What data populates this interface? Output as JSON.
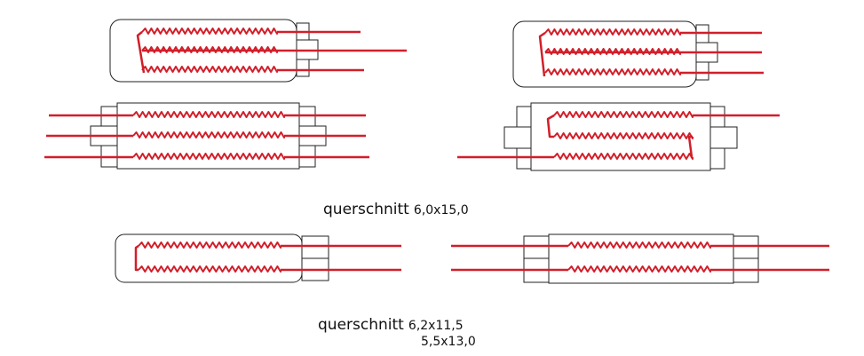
{
  "colors": {
    "wire": "#d11f2a",
    "outline": "#222222",
    "background": "#ffffff"
  },
  "captions": {
    "group1": {
      "label": "querschnitt",
      "values": [
        "6,0x15,0"
      ]
    },
    "group2": {
      "label": "querschnitt",
      "values": [
        "6,2x11,5",
        "5,5x13,0"
      ]
    }
  },
  "elements": [
    {
      "id": "element-1",
      "shape": "rounded",
      "coils": 3,
      "wiring": "one-end"
    },
    {
      "id": "element-2",
      "shape": "rounded",
      "coils": 3,
      "wiring": "one-end"
    },
    {
      "id": "element-3",
      "shape": "square",
      "coils": 3,
      "wiring": "both-ends"
    },
    {
      "id": "element-4",
      "shape": "square",
      "coils": 3,
      "wiring": "both-ends"
    },
    {
      "id": "element-5",
      "shape": "rounded",
      "coils": 2,
      "wiring": "one-end"
    },
    {
      "id": "element-6",
      "shape": "square",
      "coils": 2,
      "wiring": "both-ends"
    }
  ]
}
